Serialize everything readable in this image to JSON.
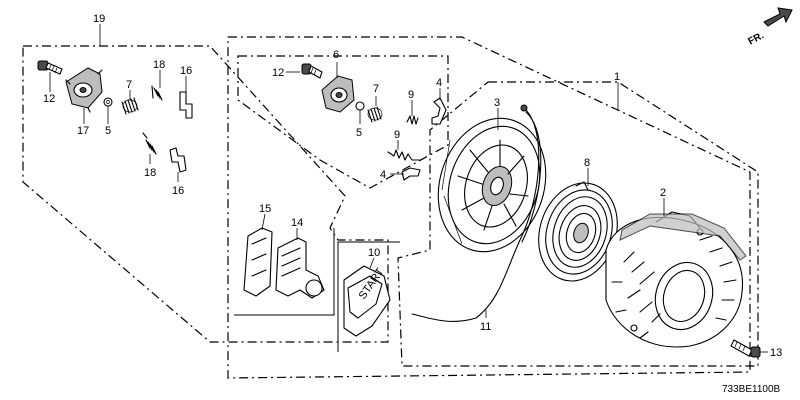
{
  "diagram": {
    "code": "733BE1100B",
    "direction_label": "FR.",
    "callouts": {
      "p1": "1",
      "p2": "2",
      "p3": "3",
      "p4a": "4",
      "p4b": "4",
      "p5a": "5",
      "p5b": "5",
      "p6": "6",
      "p7a": "7",
      "p7b": "7",
      "p8": "8",
      "p9a": "9",
      "p9b": "9",
      "p10": "10",
      "p11": "11",
      "p12a": "12",
      "p12b": "12",
      "p13": "13",
      "p14": "14",
      "p15": "15",
      "p16a": "16",
      "p16b": "16",
      "p17": "17",
      "p18a": "18",
      "p18b": "18",
      "p19": "19"
    },
    "handle_text": "START"
  }
}
